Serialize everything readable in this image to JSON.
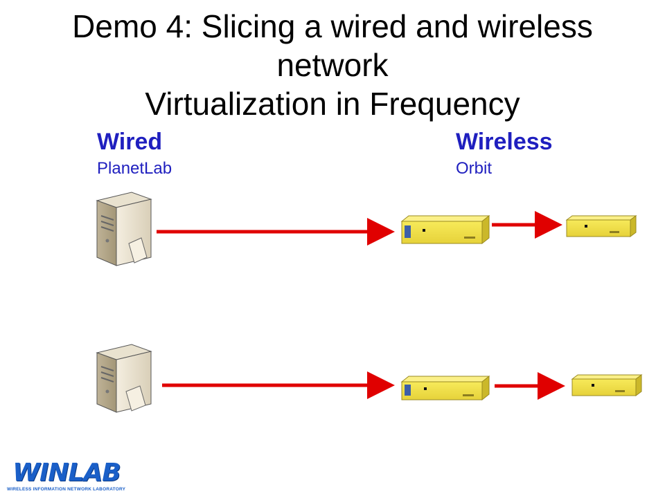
{
  "slide": {
    "title_lines": [
      "Demo 4: Slicing a wired and wireless",
      "network",
      "Virtualization in Frequency"
    ]
  },
  "wired": {
    "label": "Wired",
    "sublabel": "PlanetLab"
  },
  "wireless": {
    "label": "Wireless",
    "sublabel": "Orbit"
  },
  "logo": {
    "text": "WINLAB",
    "subtext": "WIRELESS INFORMATION NETWORK LABORATORY"
  },
  "colors": {
    "heading_blue": "#1f1fbf",
    "arrow_red": "#e00000",
    "device_yellow": "#f2e34a",
    "logo_blue": "#1a5fc8"
  }
}
